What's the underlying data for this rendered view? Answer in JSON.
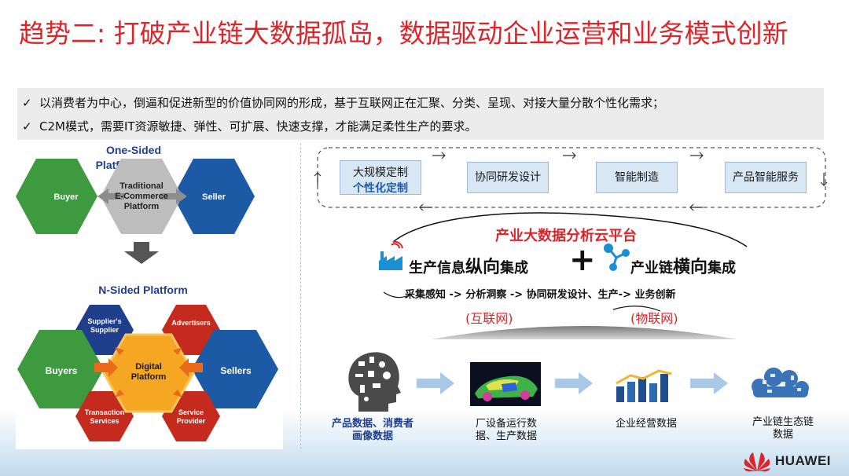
{
  "title": "趋势二: 打破产业链大数据孤岛，数据驱动企业运营和业务模式创新",
  "bullets": [
    "以消费者为中心，倒逼和促进新型的价值协同网的形成，基于互联网正在汇聚、分类、呈现、对接大量分散个性化需求；",
    "C2M模式，需要IT资源敏捷、弹性、可扩展、快速支撑，才能满足柔性生产的要求。"
  ],
  "bullet_mark": "✓",
  "left_diagram": {
    "one_sided_title": "One-Sided\nPlatform",
    "one_sided_line1": "One-Sided",
    "one_sided_line2": "Platform",
    "buyer": "Buyer",
    "seller": "Seller",
    "traditional_1": "Traditional",
    "traditional_2": "E-Commerce",
    "traditional_3": "Platform",
    "n_sided_title": "N-Sided Platform",
    "buyers": "Buyers",
    "sellers": "Sellers",
    "digital_1": "Digital",
    "digital_2": "Platform",
    "suppliers_1": "Supplier's",
    "suppliers_2": "Supplier",
    "advertisers": "Advertisers",
    "transaction_1": "Transaction",
    "transaction_2": "Services",
    "service_1": "Service",
    "service_2": "Provider"
  },
  "process_boxes": {
    "box1_line1": "大规模定制",
    "box1_line2": "个性化定制",
    "box2": "协同研发设计",
    "box3": "智能制造",
    "box4": "产品智能服务"
  },
  "cloud_platform": {
    "title": "产业大数据分析云平台",
    "vertical_a": "生产信息",
    "vertical_b": "纵向",
    "vertical_c": "集成",
    "plus": "+",
    "horizontal_a": "产业链",
    "horizontal_b": "横向",
    "horizontal_c": "集成",
    "flow": "采集感知 -> 分析洞察 -> 协同研发设计、生产-> 业务创新",
    "tag_internet": "(互联网)",
    "tag_iot": "(物联网)"
  },
  "data_sources": [
    {
      "line1": "产品数据、消费者",
      "line2": "画像数据"
    },
    {
      "line1": "厂设备运行数",
      "line2": "据、生产数据"
    },
    {
      "line1": "企业经营数据",
      "line2": ""
    },
    {
      "line1": "产业链生态链",
      "line2": "数据"
    }
  ],
  "logo": "HUAWEI",
  "colors": {
    "title_red": "#d9262b",
    "hex_green": "#3e9a3e",
    "hex_blue": "#1c5aa6",
    "hex_gray": "#b3b3b3",
    "hex_red": "#c42a1e",
    "hex_navy": "#1f3e8c",
    "hex_orange": "#f5a623"
  }
}
